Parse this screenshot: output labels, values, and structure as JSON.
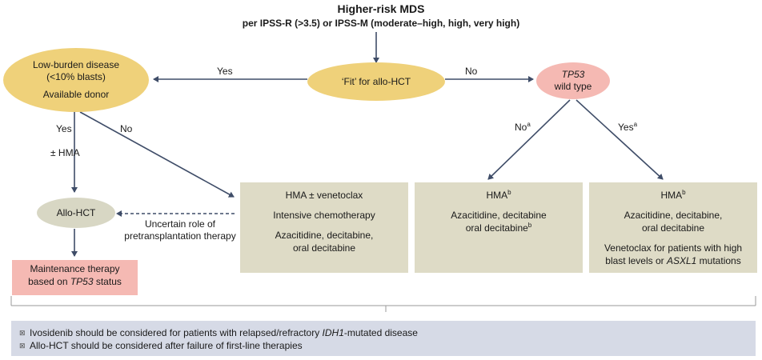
{
  "header": {
    "title": "Higher-risk MDS",
    "subtitle": "per IPSS-R (>3.5) or IPSS-M (moderate–high, high, very high)"
  },
  "nodes": {
    "fit": "‘Fit’ for allo-HCT",
    "low_burden_line1": "Low-burden disease",
    "low_burden_line2": "(<10% blasts)",
    "low_burden_line3": "Available donor",
    "tp53_italic": "TP53",
    "tp53_rest": "wild type",
    "allo_hct": "Allo-HCT",
    "maintenance_line1": "Maintenance therapy",
    "maintenance_prefix": "based on ",
    "maintenance_italic": "TP53",
    "maintenance_suffix": " status"
  },
  "edge_labels": {
    "yes_left": "Yes",
    "no_right": "No",
    "yes_down": "Yes",
    "no_diag": "No",
    "hma_optional": "± HMA",
    "no_a": "No",
    "yes_a": "Yes",
    "sup_a": "a",
    "uncertain_line1": "Uncertain role of",
    "uncertain_line2": "pretransplantation therapy"
  },
  "boxes": {
    "box1": {
      "line1": "HMA ± venetoclax",
      "line2": "Intensive chemotherapy",
      "line3": "Azacitidine, decitabine,",
      "line4": "oral decitabine"
    },
    "box2": {
      "head": "HMA",
      "head_sup": "b",
      "line2": "Azacitidine, decitabine",
      "line3": "oral decitabine",
      "line3_sup": "b"
    },
    "box3": {
      "head": "HMA",
      "head_sup": "b",
      "line2": "Azacitidine, decitabine,",
      "line3": "oral decitabine",
      "line4": "Venetoclax for patients with high",
      "line5_prefix": "blast levels or ",
      "line5_italic": "ASXL1",
      "line5_suffix": " mutations"
    }
  },
  "notes": {
    "note1_prefix": "Ivosidenib should be considered for patients with relapsed/refractory ",
    "note1_italic": "IDH1",
    "note1_suffix": "-mutated disease",
    "note2": "Allo-HCT should be considered after failure of first-line therapies",
    "bullet_icon": "pill-icon"
  },
  "colors": {
    "yellow": "#efd17a",
    "pink": "#f5b9b3",
    "grey_node": "#d8d7c4",
    "box": "#dedbc6",
    "note": "#d6dae6",
    "arrow": "#3f4d68"
  }
}
